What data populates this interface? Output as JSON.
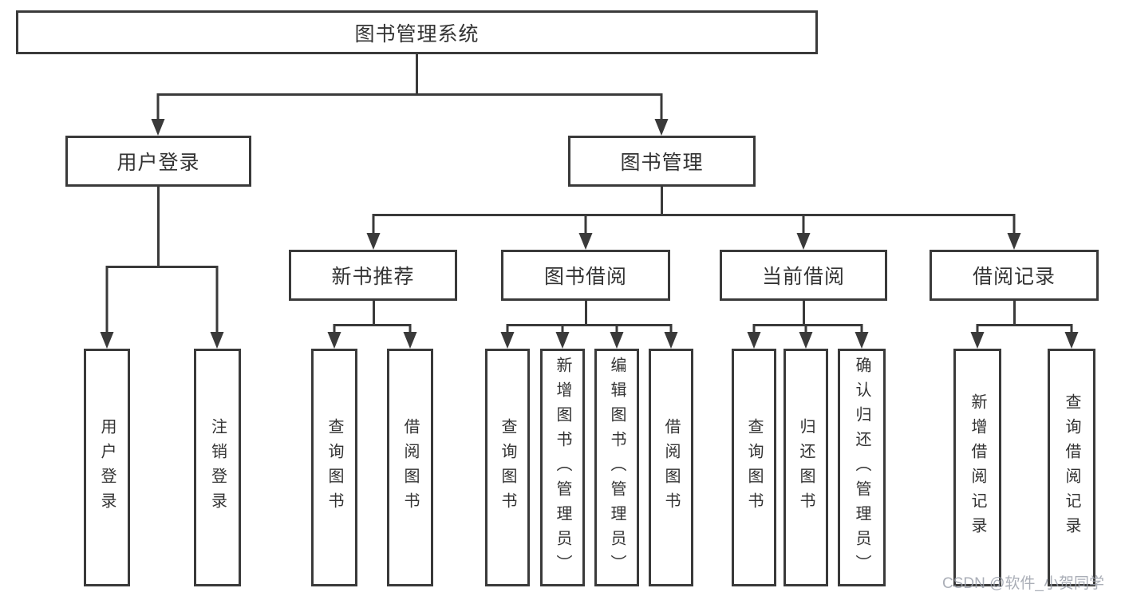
{
  "tree": {
    "root": "图书管理系统",
    "userLogin": {
      "label": "用户登录",
      "children": [
        "用户登录",
        "注销登录"
      ]
    },
    "bookManagement": {
      "label": "图书管理",
      "modules": [
        {
          "label": "新书推荐",
          "children": [
            "查询图书",
            "借阅图书"
          ]
        },
        {
          "label": "图书借阅",
          "children": [
            "查询图书",
            "新增图书（管理员）",
            "编辑图书（管理员）",
            "借阅图书"
          ]
        },
        {
          "label": "当前借阅",
          "children": [
            "查询图书",
            "归还图书",
            "确认归还（管理员）"
          ]
        },
        {
          "label": "借阅记录",
          "children": [
            "新增借阅记录",
            "查询借阅记录"
          ]
        }
      ]
    }
  },
  "watermark": {
    "text": "CSDN @软件_小贺同学"
  },
  "colors": {
    "line": "#3a3a3a",
    "text": "#333333",
    "background": "#ffffff",
    "watermark": "#9ba0aa"
  }
}
